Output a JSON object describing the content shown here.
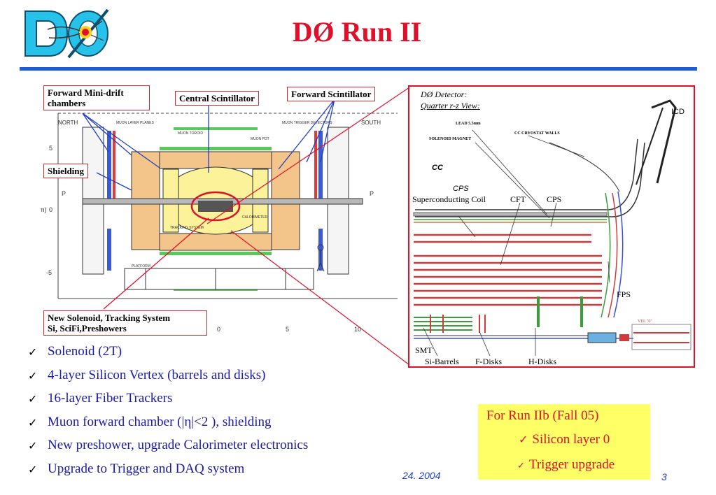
{
  "logo": {
    "icon": "d0-logo-icon",
    "text": "DØ"
  },
  "title": "DØ Run II",
  "colors": {
    "title": "#e0102a",
    "rule": "#1e5be0",
    "bullets": "#1a1aa6",
    "highlight_box": "#ffff66"
  },
  "left_figure": {
    "callouts": {
      "mini_drift": "Forward Mini-drift chambers",
      "central_scint": "Central Scintillator",
      "forward_scint": "Forward Scintillator",
      "shielding": "Shielding",
      "new_solenoid_line1": "New Solenoid, Tracking System",
      "new_solenoid_line2": "Si, SciFi,Preshowers"
    },
    "labels": {
      "north": "NORTH",
      "south": "SOUTH",
      "p_left": "P",
      "p_right": "P",
      "axis_m": "m)",
      "muon_toroid": "MUON TOROID",
      "muon_pdt": "MUON PDT",
      "muon_layer_planes": "MUON LAYER PLANES",
      "muon_trigger_detectors": "MUON TRIGGER DETECTORS",
      "tracking_system": "TRACKING SYSTEM",
      "calorimeter": "CALORIMETER",
      "platform": "PLATFORM"
    },
    "y_ticks": [
      "5",
      "0",
      "-5"
    ],
    "x_ticks": [
      "0",
      "5",
      "10"
    ]
  },
  "right_figure": {
    "title_line1": "DØ Detector:",
    "title_line2": "Quarter r-z View:",
    "labels": {
      "icd": "ICD",
      "lead": "LEAD 5.5mm",
      "cc_cryostat": "CC CRYOSTAT WALLS",
      "solenoid_magnet": "SOLENOID MAGNET",
      "cc": "CC",
      "cps_top": "CPS",
      "superconducting_coil": "Superconducting Coil",
      "cft": "CFT",
      "cps": "CPS",
      "fps": "FPS",
      "vel": "VEL \"0\"",
      "smt": "SMT",
      "si_barrels": "Si-Barrels",
      "f_disks": "F-Disks",
      "h_disks": "H-Disks"
    }
  },
  "bullets": [
    "Solenoid (2T)",
    "4-layer Silicon Vertex  (barrels and disks)",
    "16-layer Fiber Trackers",
    "Muon forward chamber (|η|<2 ), shielding",
    "New preshower, upgrade Calorimeter electronics",
    "Upgrade to Trigger and DAQ system"
  ],
  "bullet_icon": "checkmark-icon",
  "run_iib": {
    "heading": "For Run IIb (Fall 05)",
    "items": [
      "Silicon layer 0",
      "Trigger upgrade"
    ]
  },
  "footer": {
    "date": "24. 2004",
    "page": "3"
  }
}
